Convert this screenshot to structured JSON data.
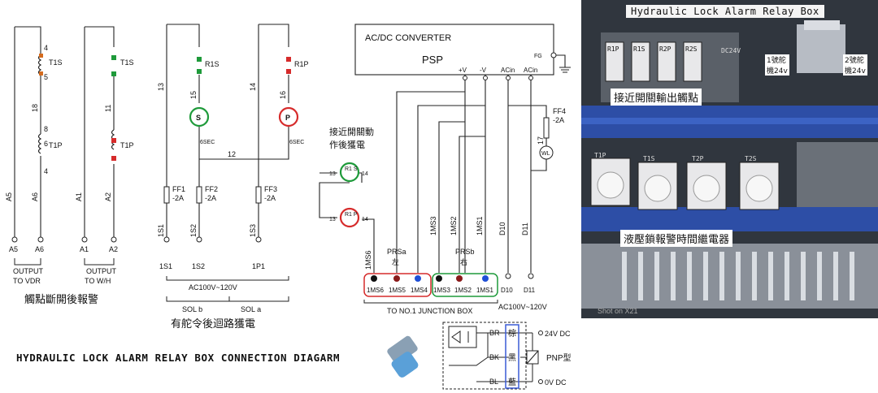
{
  "page_title": "HYDRAULIC LOCK ALARM RELAY BOX CONNECTION DIAGARM",
  "panel1": {
    "relays": [
      "T1S",
      "T1P"
    ],
    "pins": [
      "4",
      "5",
      "8",
      "6",
      "4"
    ],
    "wire": "18",
    "left_wire": "A5",
    "right_wire": "A6",
    "terminals": [
      "A5",
      "A6"
    ],
    "output": [
      "OUTPUT",
      "TO VDR"
    ]
  },
  "panel2": {
    "relays": [
      "T1S",
      "T1P"
    ],
    "wire": "11",
    "left_wire": "A1",
    "right_wire": "A2",
    "terminals": [
      "A1",
      "A2"
    ],
    "output": [
      "OUTPUT",
      "TO W/H"
    ],
    "caption": "觸點斷開後報警"
  },
  "panel3": {
    "relays": [
      "R1S",
      "R1P"
    ],
    "coils": [
      "S",
      "P"
    ],
    "wires": [
      "13",
      "15",
      "14",
      "16",
      "12"
    ],
    "delay": "6SEC",
    "fuses": [
      "FF1",
      "FF2",
      "FF3"
    ],
    "rating": "-2A",
    "wire_labels": [
      "1S1",
      "1S2",
      "1S3"
    ],
    "terminals": [
      "1S1",
      "1S2",
      "1P1"
    ],
    "voltage": "AC100V~120V",
    "sol_labels": [
      "SOL b",
      "SOL a"
    ],
    "caption": "有舵令後迴路獲電"
  },
  "panel4": {
    "converter_title": "AC/DC CONVERTER",
    "converter_model": "PSP",
    "fg": "FG",
    "outputs": [
      "+V",
      "-V",
      "ACin",
      "ACin"
    ],
    "fuse": "FF4",
    "fuse_rating": "-2A",
    "wire17": "17",
    "wl": "WL",
    "energized_note": [
      "接近開關動",
      "作後獲電"
    ],
    "relays": [
      "R1 S",
      "R1 P"
    ],
    "relay_pins": [
      "13",
      "14"
    ],
    "prs_left": "PRSa",
    "prs_left_cn": "左",
    "prs_right": "PRSb",
    "prs_right_cn": "右",
    "wires": [
      "1MS6",
      "1MS3",
      "1MS2",
      "1MS1",
      "D10",
      "D11"
    ],
    "terminals": [
      "1MS6",
      "1MS5",
      "1MS4",
      "1MS3",
      "1MS2",
      "1MS1",
      "D10",
      "D11"
    ],
    "junction": "TO NO.1 JUNCTION BOX",
    "voltage": "AC100V~120V"
  },
  "sensor": {
    "rows": [
      {
        "code": "BR",
        "cn": "棕",
        "value": "24V DC"
      },
      {
        "code": "BK",
        "cn": "黑",
        "value": ""
      },
      {
        "code": "BL",
        "cn": "藍",
        "value": "0V DC"
      }
    ],
    "type": "PNP型"
  },
  "photo": {
    "title": "Hydraulic Lock Alarm Relay Box",
    "relay_tags": [
      "R1P",
      "R1S",
      "R2P",
      "R2S"
    ],
    "timer_tags": [
      "T1P",
      "T1S",
      "T2P",
      "T2S"
    ],
    "dc_tag": "DC24V",
    "ps1": [
      "1號舵",
      "機24v"
    ],
    "ps2": [
      "2號舵",
      "機24v"
    ],
    "contacts_label": "接近開關輸出觸點",
    "timers_label": "液壓鎖報警時間繼電器",
    "watermark": "Shot on X21"
  },
  "colors": {
    "green": "#1e9a3a",
    "red": "#d62b2b",
    "blue": "#1f4fd6",
    "darkred": "#8a1a1a",
    "sensor_blue": "#5aa0d8"
  }
}
